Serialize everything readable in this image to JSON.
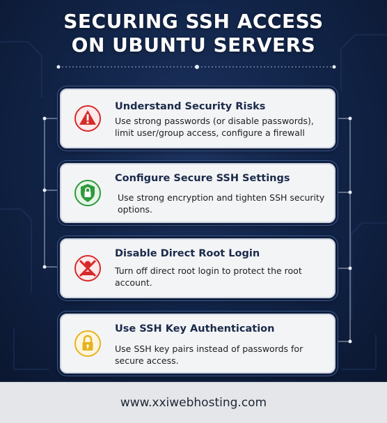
{
  "title": {
    "line1": "SECURING SSH ACCESS",
    "line2": "ON UBUNTU SERVERS"
  },
  "cards": [
    {
      "icon": "warning-triangle-icon",
      "color": "#d62a2a",
      "title": "Understand Security Risks",
      "desc_line1": "Use strong passwords (or disable passwords),",
      "desc_line2": "limit user/group access, configure a firewall"
    },
    {
      "icon": "shield-lock-icon",
      "color": "#2e9a3c",
      "title": "Configure Secure SSH Settings",
      "desc_line1": "Use strong encryption and tighten SSH security",
      "desc_line2": "options."
    },
    {
      "icon": "crossed-user-icon",
      "color": "#d62a2a",
      "title": "Disable Direct Root Login",
      "desc_line1": "Turn off direct root login to protect the root",
      "desc_line2": "account."
    },
    {
      "icon": "key-lock-icon",
      "color": "#e8b21d",
      "title": "Use SSH Key Authentication",
      "desc_line1": "Use SSH key pairs instead of passwords for",
      "desc_line2": "secure access."
    }
  ],
  "footer": {
    "url": "www.xxiwebhosting.com"
  }
}
